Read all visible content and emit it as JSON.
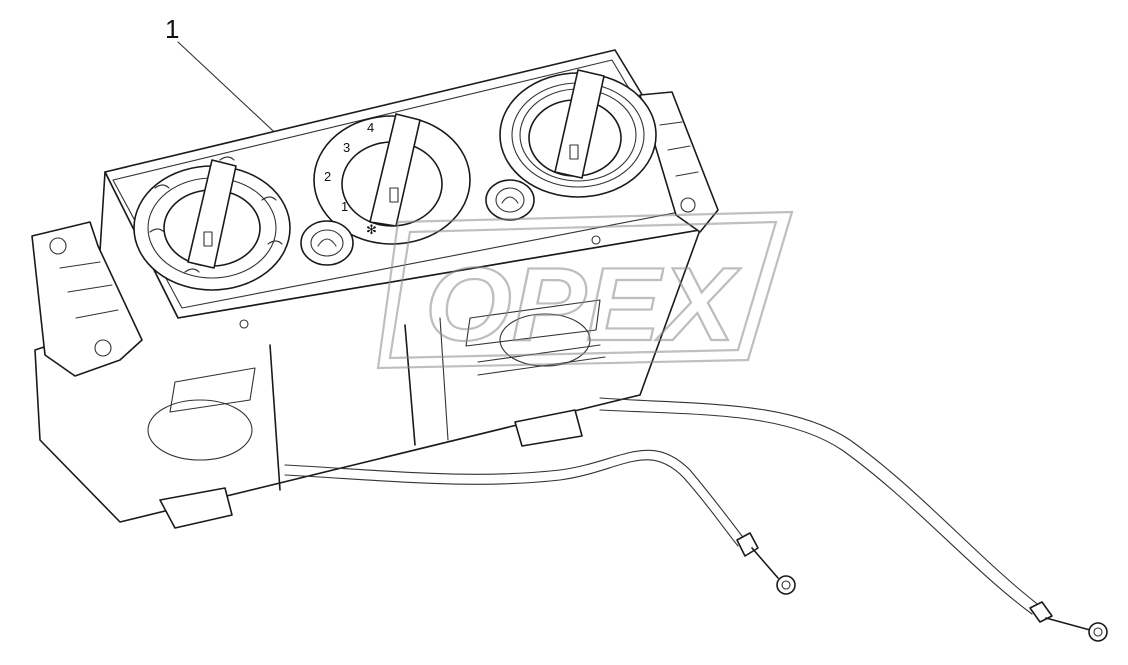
{
  "callout": {
    "label": "1"
  },
  "dial_labels": [
    "1",
    "2",
    "3",
    "4"
  ],
  "watermark": {
    "text": "OPEX",
    "color": "#8a8a8a"
  },
  "colors": {
    "line": "#1a1a1a",
    "background": "#ffffff"
  }
}
